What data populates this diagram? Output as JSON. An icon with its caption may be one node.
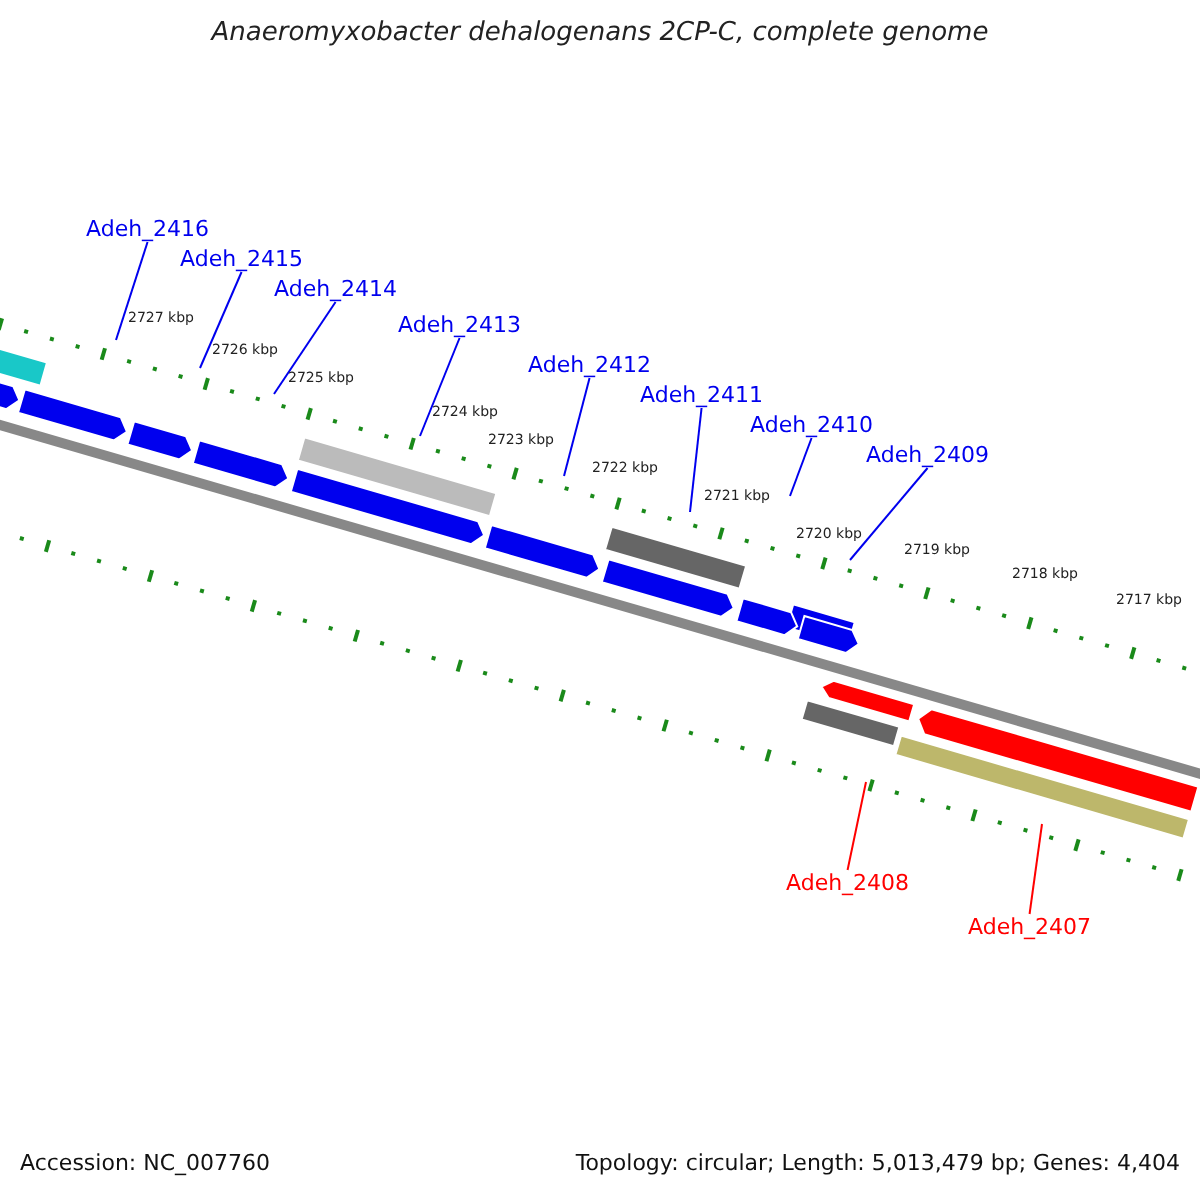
{
  "diagram": {
    "title": "Anaeromyxobacter dehalogenans 2CP-C, complete genome",
    "nodes": [
      {
        "text": [
          "Adeh_2416"
        ]
      },
      {
        "text": [
          "Adeh_2415"
        ]
      },
      {
        "text": [
          "Adeh_2414"
        ]
      },
      {
        "text": [
          "Adeh_2413"
        ]
      },
      {
        "text": [
          "Adeh_2412"
        ]
      },
      {
        "text": [
          "Adeh_2411"
        ]
      },
      {
        "text": [
          "Adeh_2410"
        ]
      },
      {
        "text": [
          "Adeh_2409"
        ]
      },
      {
        "text": [
          "Adeh_2408"
        ]
      },
      {
        "text": [
          "Adeh_2407"
        ]
      }
    ],
    "edges": [
      {
        "from": 0,
        "to": null,
        "arrow": "none"
      },
      {
        "from": 1,
        "to": null,
        "arrow": "none"
      },
      {
        "from": 2,
        "to": null,
        "arrow": "none"
      },
      {
        "from": 3,
        "to": null,
        "arrow": "none"
      },
      {
        "from": 4,
        "to": null,
        "arrow": "none"
      },
      {
        "from": 5,
        "to": null,
        "arrow": "none"
      },
      {
        "from": 6,
        "to": null,
        "arrow": "none"
      },
      {
        "from": 7,
        "to": null,
        "arrow": "none"
      },
      {
        "from": 8,
        "to": null,
        "arrow": "none",
        "color": "#ff0000"
      },
      {
        "from": 9,
        "to": null,
        "arrow": "none",
        "color": "#ff0000"
      }
    ],
    "labels": [
      "2727 kbp",
      "2726 kbp",
      "2725 kbp",
      "2724 kbp",
      "2723 kbp",
      "2722 kbp",
      "2721 kbp",
      "2720 kbp",
      "2719 kbp",
      "2718 kbp",
      "2717 kbp",
      "Accession: NC_007760",
      "Topology: circular; Length: 5,013,479 bp; Genes: 4,404"
    ]
  }
}
